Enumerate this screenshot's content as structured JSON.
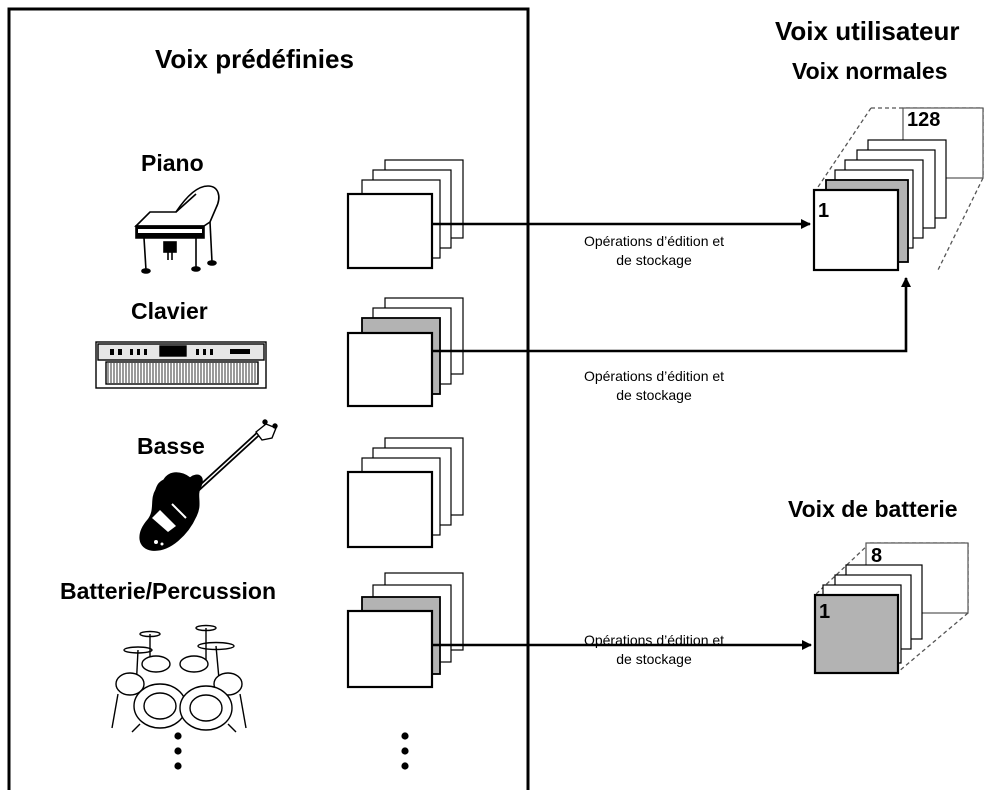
{
  "preset": {
    "title": "Voix prédéfinies",
    "categories": [
      {
        "label": "Piano",
        "icon": "grand-piano-icon"
      },
      {
        "label": "Clavier",
        "icon": "keyboard-icon"
      },
      {
        "label": "Basse",
        "icon": "bass-guitar-icon"
      },
      {
        "label": "Batterie/Percussion",
        "icon": "drum-kit-icon"
      }
    ]
  },
  "user": {
    "title": "Voix utilisateur",
    "normal": {
      "title": "Voix normales",
      "first": "1",
      "last": "128"
    },
    "drum": {
      "title": "Voix de batterie",
      "first": "1",
      "last": "8"
    }
  },
  "operations": [
    {
      "line1": "Opérations d’édition et",
      "line2": "de stockage"
    },
    {
      "line1": "Opérations d’édition et",
      "line2": "de stockage"
    },
    {
      "line1": "Opérations d’édition et",
      "line2": "de stockage"
    }
  ],
  "colors": {
    "line": "#000000",
    "highlight_card": "#b3b3b3",
    "dashed_box": "#555555"
  }
}
